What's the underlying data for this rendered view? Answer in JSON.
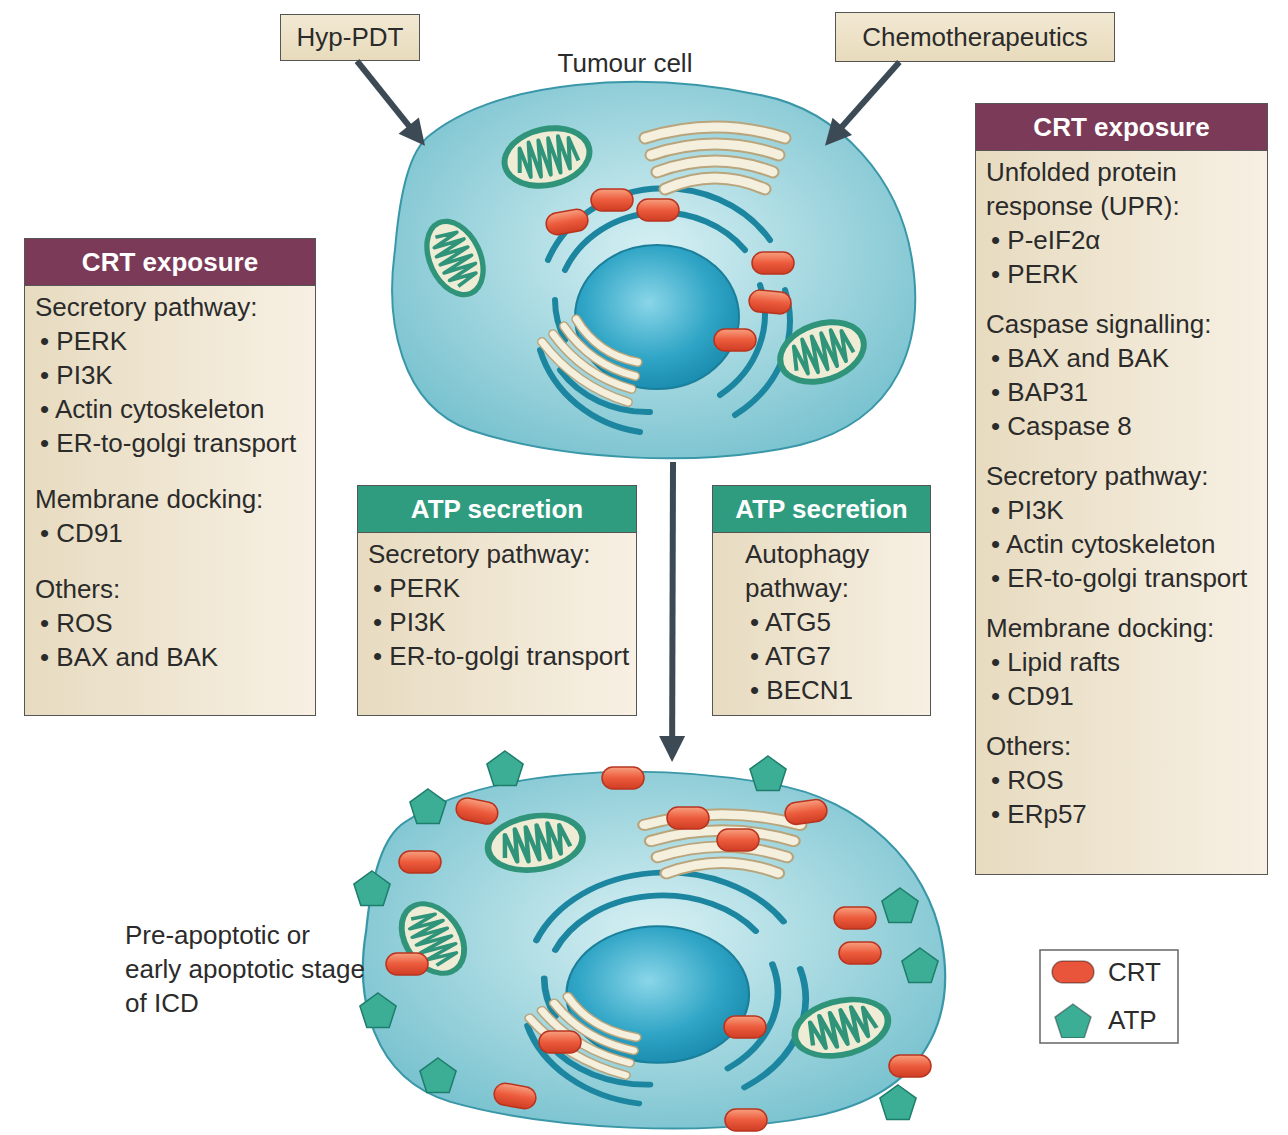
{
  "diagram": {
    "nodes": [
      {
        "text": [
          "Hyp-PDT"
        ]
      },
      {
        "text": [
          "Chemotherapeutics"
        ]
      },
      {
        "text": [
          "Tumour cell"
        ]
      },
      {
        "text": [
          "CRT exposure",
          "Secretory pathway:",
          "• PERK",
          "• PI3K",
          "• Actin cytoskeleton",
          "• ER-to-golgi transport",
          "Membrane docking:",
          "• CD91",
          "Others:",
          "• ROS",
          "• BAX and BAK"
        ]
      },
      {
        "text": [
          "CRT exposure",
          "Unfolded protein response (UPR):",
          "• P-eIF2α",
          "• PERK",
          "Caspase signalling:",
          "• BAX and BAK",
          "• BAP31",
          "• Caspase 8",
          "Secretory pathway:",
          "• PI3K",
          "• Actin cytoskeleton",
          "• ER-to-golgi transport",
          "Membrane docking:",
          "• Lipid rafts",
          "• CD91",
          "Others:",
          "• ROS",
          "• ERp57"
        ]
      },
      {
        "text": [
          "ATP secretion",
          "Secretory pathway:",
          "• PERK",
          "• PI3K",
          "• ER-to-golgi transport"
        ]
      },
      {
        "text": [
          "ATP secretion",
          "Autophagy pathway:",
          "• ATG5",
          "• ATG7",
          "• BECN1"
        ]
      },
      {
        "text": [
          "Pre-apoptotic or early apoptotic stage of ICD"
        ]
      }
    ],
    "edges": [
      {
        "from": 0,
        "to": 2,
        "arrow": "to"
      },
      {
        "from": 1,
        "to": 2,
        "arrow": "to"
      },
      {
        "from": 2,
        "to": 7,
        "arrow": "to"
      }
    ],
    "legend": [
      {
        "text": "CRT",
        "color": "#e8553a"
      },
      {
        "text": "ATP",
        "color": "#3dae96"
      }
    ]
  }
}
